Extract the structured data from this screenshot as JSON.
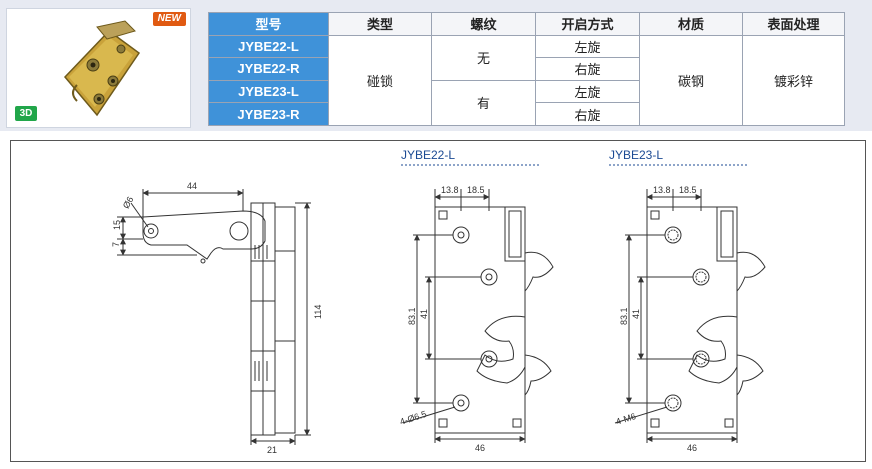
{
  "badges": {
    "new": "NEW",
    "three_d": "3D"
  },
  "table": {
    "headers": [
      "型号",
      "类型",
      "螺纹",
      "开启方式",
      "材质",
      "表面处理"
    ],
    "models": [
      "JYBE22-L",
      "JYBE22-R",
      "JYBE23-L",
      "JYBE23-R"
    ],
    "type": "碰锁",
    "thread": [
      "无",
      "有"
    ],
    "opening": [
      "左旋",
      "右旋",
      "左旋",
      "右旋"
    ],
    "material": "碳钢",
    "finish": "镀彩锌"
  },
  "drawing": {
    "side_view": {
      "dim_44": "44",
      "dim_phi6": "Ø6",
      "dim_15": "15",
      "dim_7": "7",
      "dim_114": "114",
      "dim_21": "21"
    },
    "view_left": {
      "title": "JYBE22-L",
      "dim_13_8": "13.8",
      "dim_18_5": "18.5",
      "dim_83_1": "83.1",
      "dim_41": "41",
      "dim_hole": "4-Ø6.5",
      "dim_46": "46"
    },
    "view_right": {
      "title": "JYBE23-L",
      "dim_13_8": "13.8",
      "dim_18_5": "18.5",
      "dim_83_1": "83.1",
      "dim_41": "41",
      "dim_hole": "4-M6",
      "dim_46": "46"
    }
  },
  "colors": {
    "accent_blue": "#3f92d9",
    "new_orange": "#e05a12",
    "badge_green": "#21a64a",
    "title_blue": "#1b4a93"
  }
}
